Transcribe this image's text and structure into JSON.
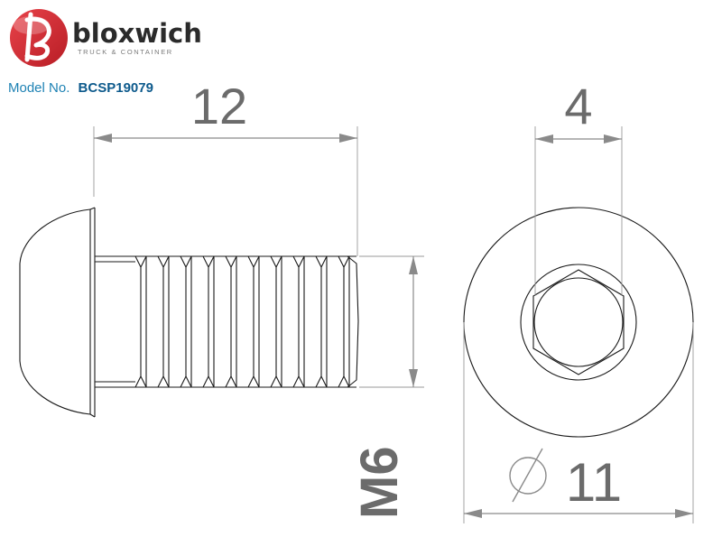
{
  "brand": {
    "name": "bloxwich",
    "tagline": "TRUCK & CONTAINER",
    "logo_color": "#d7262f"
  },
  "model": {
    "label": "Model No.",
    "number": "BCSP19079",
    "label_color": "#1e82b4",
    "number_color": "#0d5a8c"
  },
  "dimensions": {
    "length": "12",
    "hex_key": "4",
    "thread": "M6",
    "head_diameter": "11"
  },
  "colors": {
    "line": "#1a1a1a",
    "dimension_line": "#8a8a8a",
    "dimension_text": "#6b6b6b"
  }
}
